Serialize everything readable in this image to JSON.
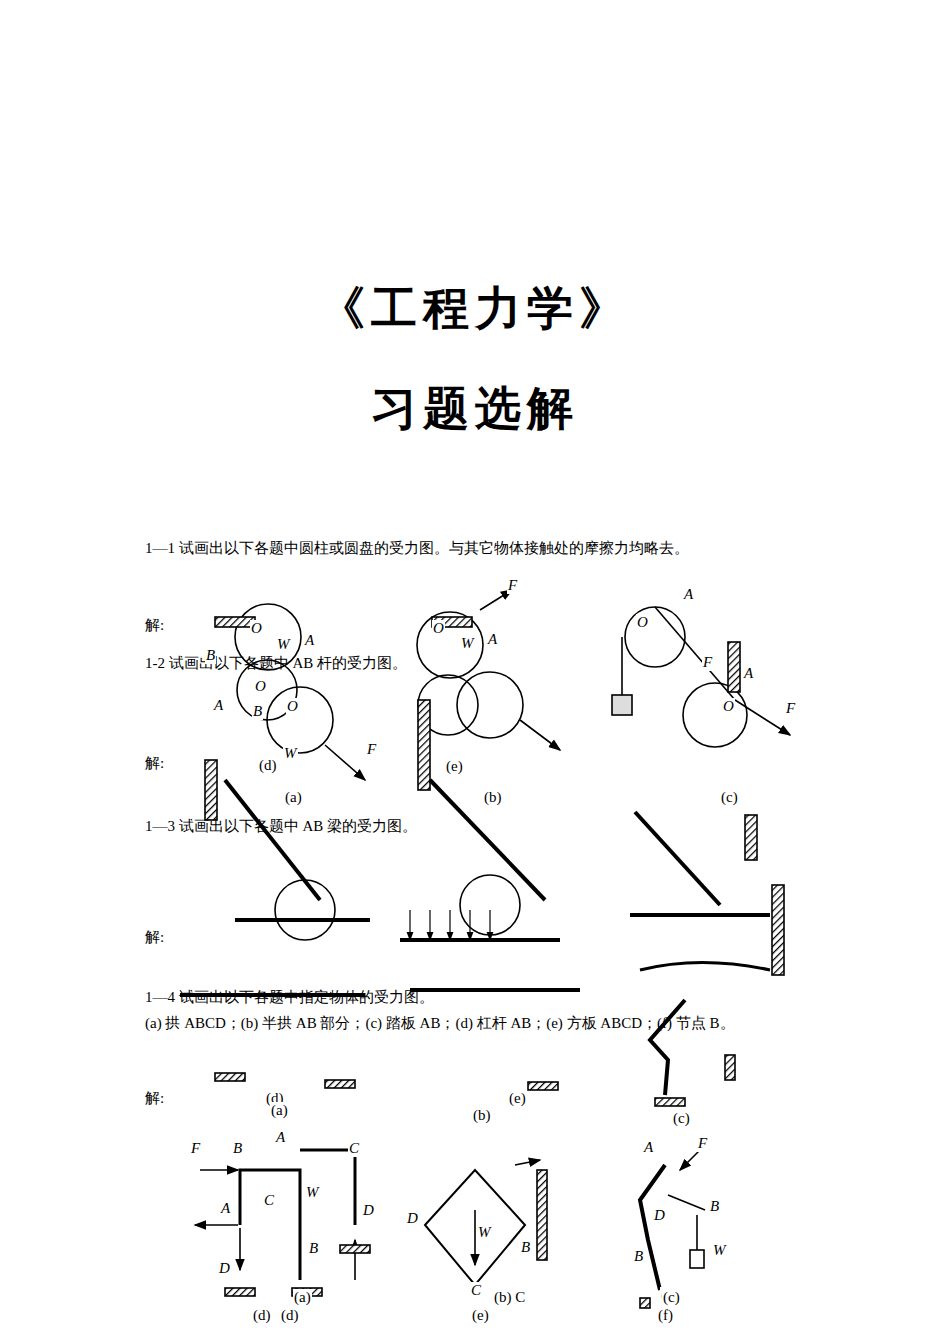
{
  "diagram": {
    "title": "《工程力学》",
    "labels": [
      "习题选解",
      "1—1 试画出以下各题中圆柱或圆盘的受力图。与其它物体接触处的摩擦力均略去。",
      "解:",
      "1-2 试画出以下各题中 AB 杆的受力图。",
      "解:",
      "1—3 试画出以下各题中 AB 梁的受力图。",
      "解:",
      "1—4 试画出以下各题中指定物体的受力图。",
      "(a) 拱 ABCD；(b) 半拱 AB 部分；(c) 踏板 AB；(d) 杠杆 AB；(e) 方板 ABCD；(f) 节点 B。",
      "解:",
      "O",
      "W",
      "A",
      "B",
      "O",
      "W",
      "A",
      "F",
      "O",
      "A",
      "F",
      "A",
      "O",
      "F",
      "(d)",
      "(e)",
      "(c)",
      "O",
      "B",
      "A",
      "O",
      "W",
      "F",
      "(a)",
      "(b)",
      "F",
      "B",
      "A",
      "C",
      "A",
      "C",
      "W",
      "D",
      "B",
      "D",
      "D",
      "W",
      "B",
      "C",
      "A",
      "F",
      "D",
      "B",
      "W",
      "B",
      "C",
      "(a)",
      "(b) C",
      "(c)",
      "(d)",
      "(d)",
      "(e)",
      "(f)",
      "(d)",
      "(e)",
      "(c)",
      "(b)",
      "(a)"
    ]
  }
}
